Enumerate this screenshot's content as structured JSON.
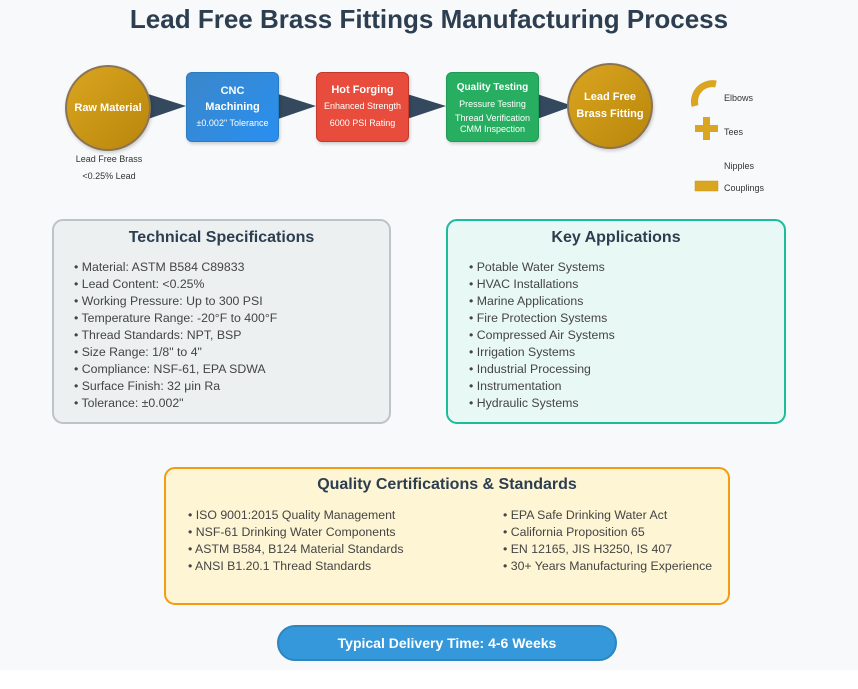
{
  "title": "Lead Free Brass Fittings Manufacturing Process",
  "process": {
    "raw_material": {
      "label": "Raw Material",
      "caption_line1": "Lead Free Brass",
      "caption_line2": "<0.25% Lead"
    },
    "cnc": {
      "title_line1": "CNC",
      "title_line2": "Machining",
      "detail": "±0.002\" Tolerance"
    },
    "forging": {
      "title": "Hot Forging",
      "detail1": "Enhanced Strength",
      "detail2": "6000 PSI Rating"
    },
    "quality_testing": {
      "title": "Quality Testing",
      "detail1": "Pressure Testing",
      "detail2": "Thread Verification",
      "detail3": "CMM Inspection"
    },
    "final": {
      "label_line1": "Lead Free",
      "label_line2": "Brass Fitting"
    }
  },
  "legend": {
    "items": [
      {
        "label": "Elbows",
        "icon": "elbow-icon"
      },
      {
        "label": "Tees",
        "icon": "tee-icon"
      },
      {
        "label": "Nipples",
        "icon": "nipple-icon"
      },
      {
        "label": "Couplings",
        "icon": "coupling-icon"
      }
    ]
  },
  "specs": {
    "title": "Technical Specifications",
    "items": [
      "Material: ASTM B584 C89833",
      "Lead Content: <0.25%",
      "Working Pressure: Up to 300 PSI",
      "Temperature Range: -20°F to 400°F",
      "Thread Standards: NPT, BSP",
      "Size Range: 1/8\" to 4\"",
      "Compliance: NSF-61, EPA SDWA",
      "Surface Finish: 32 μin Ra",
      "Tolerance: ±0.002\""
    ]
  },
  "applications": {
    "title": "Key Applications",
    "items": [
      "Potable Water Systems",
      "HVAC Installations",
      "Marine Applications",
      "Fire Protection Systems",
      "Compressed Air Systems",
      "Irrigation Systems",
      "Industrial Processing",
      "Instrumentation",
      "Hydraulic Systems"
    ]
  },
  "certifications": {
    "title": "Quality Certifications & Standards",
    "left": [
      "ISO 9001:2015 Quality Management",
      "NSF-61 Drinking Water Components",
      "ASTM B584, B124 Material Standards",
      "ANSI B1.20.1 Thread Standards"
    ],
    "right": [
      "EPA Safe Drinking Water Act",
      "California Proposition 65",
      "EN 12165, JIS H3250, IS 407",
      "30+ Years Manufacturing Experience"
    ]
  },
  "delivery": {
    "label": "Typical Delivery Time: 4-6 Weeks"
  },
  "colors": {
    "brass": "#daa520",
    "cnc": "#3498db",
    "forging": "#e74c3c",
    "quality": "#27ae60",
    "arrow": "#34495e",
    "title": "#2c3e50"
  }
}
